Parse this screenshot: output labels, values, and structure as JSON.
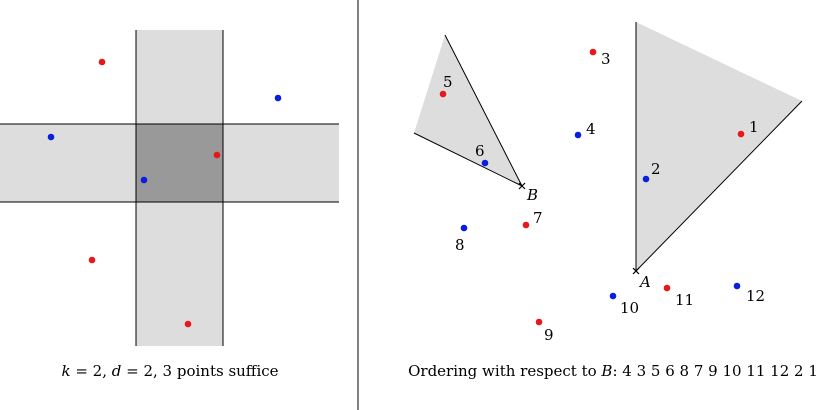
{
  "left_panel": {
    "caption": "k = 2, d = 2, 3 points suffice",
    "caption_parts": {
      "k_var": "k",
      "k_eq": " = 2, ",
      "d_var": "d",
      "d_eq": " = 2, 3 points suffice"
    },
    "points": [
      {
        "color": "red"
      },
      {
        "color": "blue"
      },
      {
        "color": "blue"
      },
      {
        "color": "red"
      },
      {
        "color": "blue"
      },
      {
        "color": "red"
      },
      {
        "color": "red"
      }
    ]
  },
  "right_panel": {
    "caption": "Ordering with respect to B: 4 3 5 6 8 7 9 10 11 12 2 1",
    "caption_parts": {
      "prefix": "Ordering with respect to ",
      "var": "B",
      "suffix": ": 4 3 5 6 8 7 9 10 11 12 2 1"
    },
    "apex_labels": {
      "A": "A",
      "B": "B"
    },
    "points": [
      {
        "label": "1",
        "color": "red"
      },
      {
        "label": "2",
        "color": "blue"
      },
      {
        "label": "3",
        "color": "red"
      },
      {
        "label": "4",
        "color": "blue"
      },
      {
        "label": "5",
        "color": "red"
      },
      {
        "label": "6",
        "color": "blue"
      },
      {
        "label": "7",
        "color": "red"
      },
      {
        "label": "8",
        "color": "blue"
      },
      {
        "label": "9",
        "color": "red"
      },
      {
        "label": "10",
        "color": "blue"
      },
      {
        "label": "11",
        "color": "red"
      },
      {
        "label": "12",
        "color": "blue"
      }
    ]
  },
  "colors": {
    "red": "#e8171a",
    "blue": "#0a1ee0",
    "light_fill": "#dddddd",
    "dark_fill": "#999999",
    "stroke": "#000000"
  }
}
